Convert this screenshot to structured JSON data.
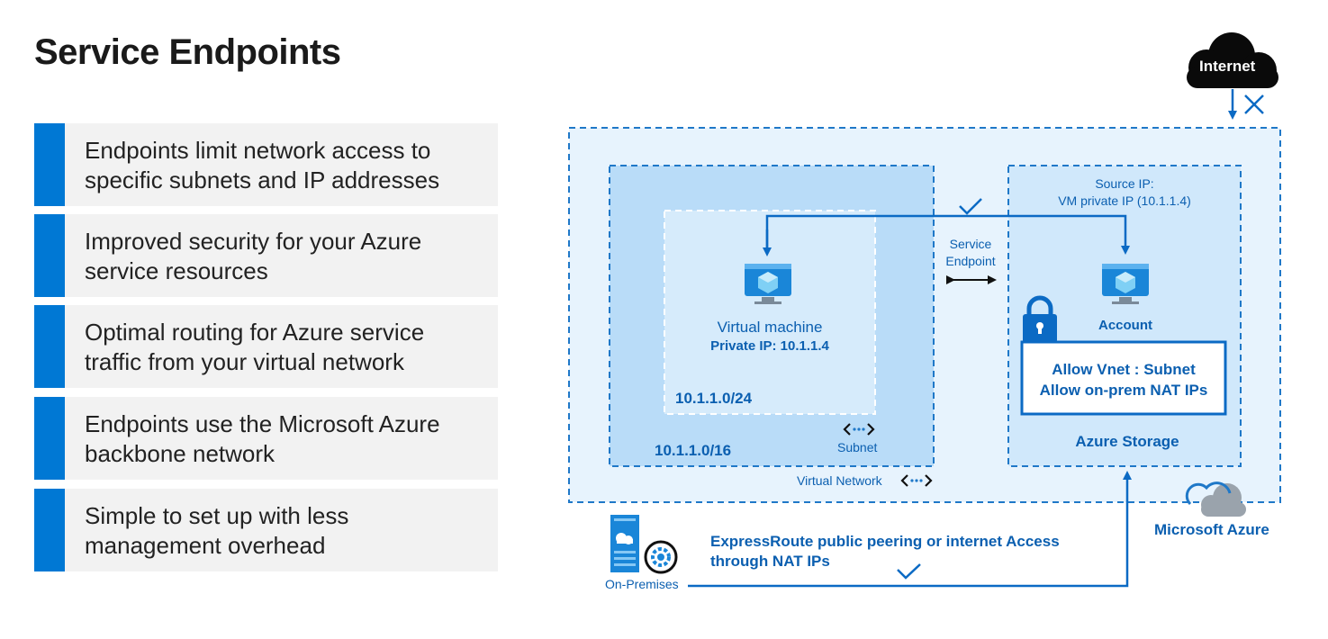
{
  "title": "Service Endpoints",
  "bullets": [
    {
      "line1": "Endpoints limit network access to",
      "line2": "specific subnets and IP addresses"
    },
    {
      "line1": "Improved security for your Azure",
      "line2": "service resources"
    },
    {
      "line1": "Optimal routing for Azure service",
      "line2": "traffic from your virtual network"
    },
    {
      "line1": "Endpoints use the Microsoft Azure",
      "line2": "backbone network"
    },
    {
      "line1": "Simple to set up with less",
      "line2": "management overhead"
    }
  ],
  "diagram": {
    "internet": "Internet",
    "vm": {
      "name": "Virtual machine",
      "private_ip": "Private IP: 10.1.1.4"
    },
    "subnet": {
      "cidr": "10.1.1.0/24",
      "label": "Subnet"
    },
    "vnet": {
      "cidr": "10.1.1.0/16",
      "label": "Virtual Network"
    },
    "service_endpoint": {
      "line1": "Service",
      "line2": "Endpoint"
    },
    "source_ip": {
      "line1": "Source IP:",
      "line2": "VM private IP (10.1.1.4)"
    },
    "account": "Account",
    "rules": {
      "line1": "Allow Vnet : Subnet",
      "line2": "Allow on-prem NAT IPs"
    },
    "storage": "Azure Storage",
    "microsoft_azure": "Microsoft Azure",
    "expressroute": {
      "line1": "ExpressRoute public peering or internet Access",
      "line2": "through NAT IPs"
    },
    "on_premises": "On-Premises"
  },
  "colors": {
    "accent": "#0078d4",
    "outer_fill": "#e7f3fd",
    "vnet_fill": "#b9dcf8",
    "subnet_fill": "#d6ebfb",
    "dash": "#1f78c8"
  }
}
